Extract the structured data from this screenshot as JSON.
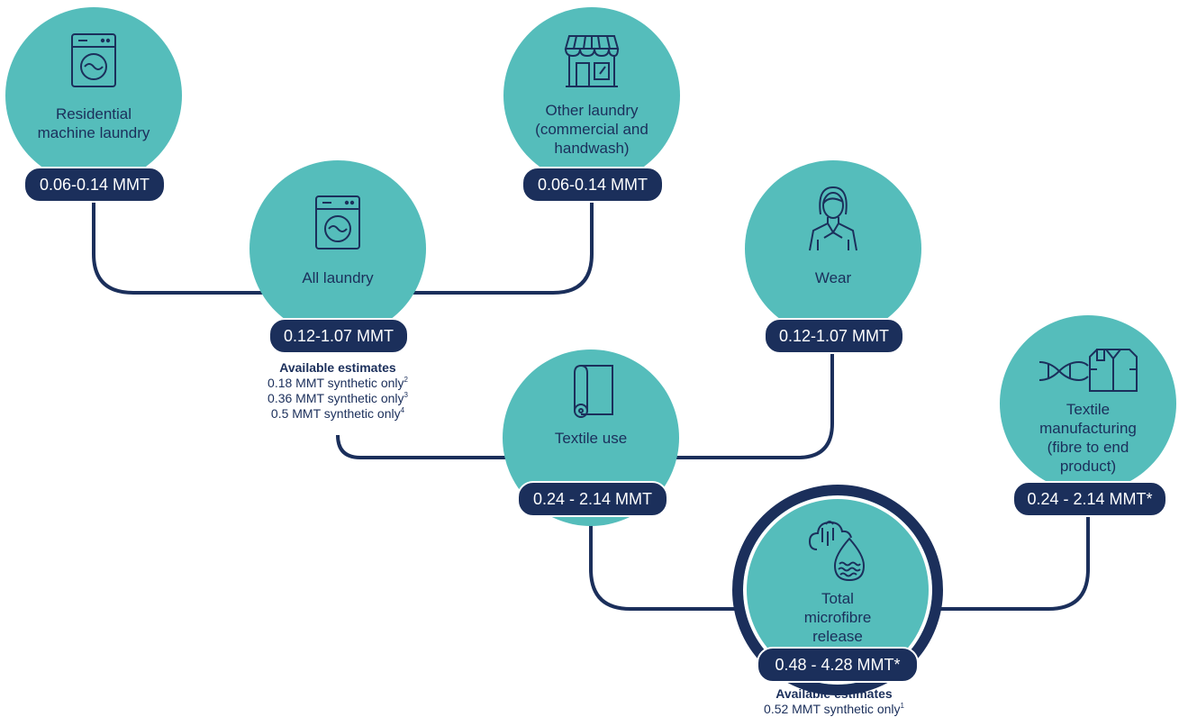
{
  "nodes": {
    "residential": {
      "label_lines": [
        "Residential",
        "machine laundry"
      ],
      "value": "0.06-0.14 MMT",
      "icon": "washing-machine-icon"
    },
    "other_laundry": {
      "label_lines": [
        "Other laundry",
        "(commercial and",
        "handwash)"
      ],
      "value": "0.06-0.14 MMT",
      "icon": "shopfront-icon"
    },
    "all_laundry": {
      "label_lines": [
        "All laundry"
      ],
      "value": "0.12-1.07 MMT",
      "icon": "washing-machine-icon"
    },
    "wear": {
      "label_lines": [
        "Wear"
      ],
      "value": "0.12-1.07 MMT",
      "icon": "person-icon"
    },
    "textile_use": {
      "label_lines": [
        "Textile use"
      ],
      "value": "0.24 - 2.14 MMT",
      "icon": "fabric-roll-icon"
    },
    "manufacturing": {
      "label_lines": [
        "Textile",
        "manufacturing",
        "(fibre to end",
        "product)"
      ],
      "value": "0.24 - 2.14 MMT*",
      "icon": "fibre-shirt-icon"
    },
    "total": {
      "label_lines": [
        "Total",
        "microfibre",
        "release"
      ],
      "value": "0.48 - 4.28 MMT*",
      "icon": "cloud-droplet-icon"
    }
  },
  "estimates_laundry": {
    "heading": "Available estimates",
    "items": [
      {
        "text": "0.18 MMT synthetic only",
        "sup": "2"
      },
      {
        "text": "0.36 MMT synthetic only",
        "sup": "3"
      },
      {
        "text": "0.5 MMT synthetic only",
        "sup": "4"
      }
    ]
  },
  "estimates_total": {
    "heading": "Available estimates",
    "items": [
      {
        "text": "0.52 MMT synthetic only",
        "sup": "1"
      }
    ]
  },
  "colors": {
    "teal": "#55bdbb",
    "navy": "#1b2f5b",
    "white": "#ffffff"
  }
}
